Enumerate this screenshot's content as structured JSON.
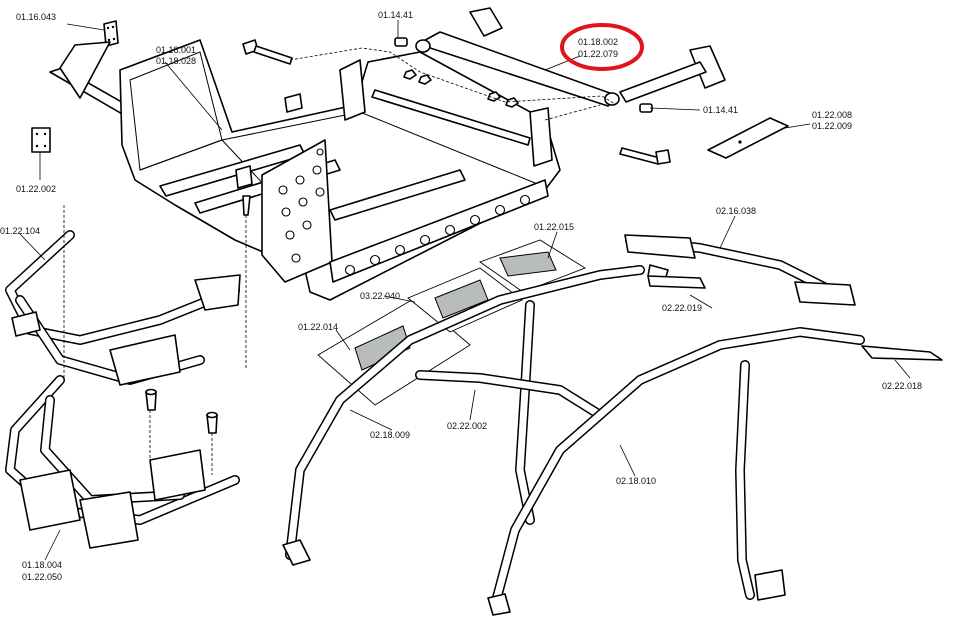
{
  "diagram": {
    "title": "Frame and roll-bar exploded parts diagram",
    "highlight_color": "#e0141e",
    "labels": {
      "l_011604": "01.16.043",
      "l_011441_top": "01.14.41",
      "l_011800_a": "01.18.001",
      "l_011800_b": "01.18.028",
      "l_011800_hl_a": "01.18.002",
      "l_011800_hl_b": "01.22.079",
      "l_011441_mid": "01.14.41",
      "l_012200_a": "01.22.008",
      "l_012200_b": "01.22.009",
      "l_012200_left": "01.22.002",
      "l_012210": "01.22.104",
      "l_012201": "01.22.015",
      "l_021603": "02.16.038",
      "l_032204": "03.22.040",
      "l_022201": "02.22.019",
      "l_012201_4": "01.22.014",
      "l_022201_8": "02.22.018",
      "l_022200": "02.22.002",
      "l_021800_9": "02.18.009",
      "l_021801_0": "02.18.010",
      "l_011800_4": "01.18.004",
      "l_012205_0": "01.22.050"
    }
  }
}
